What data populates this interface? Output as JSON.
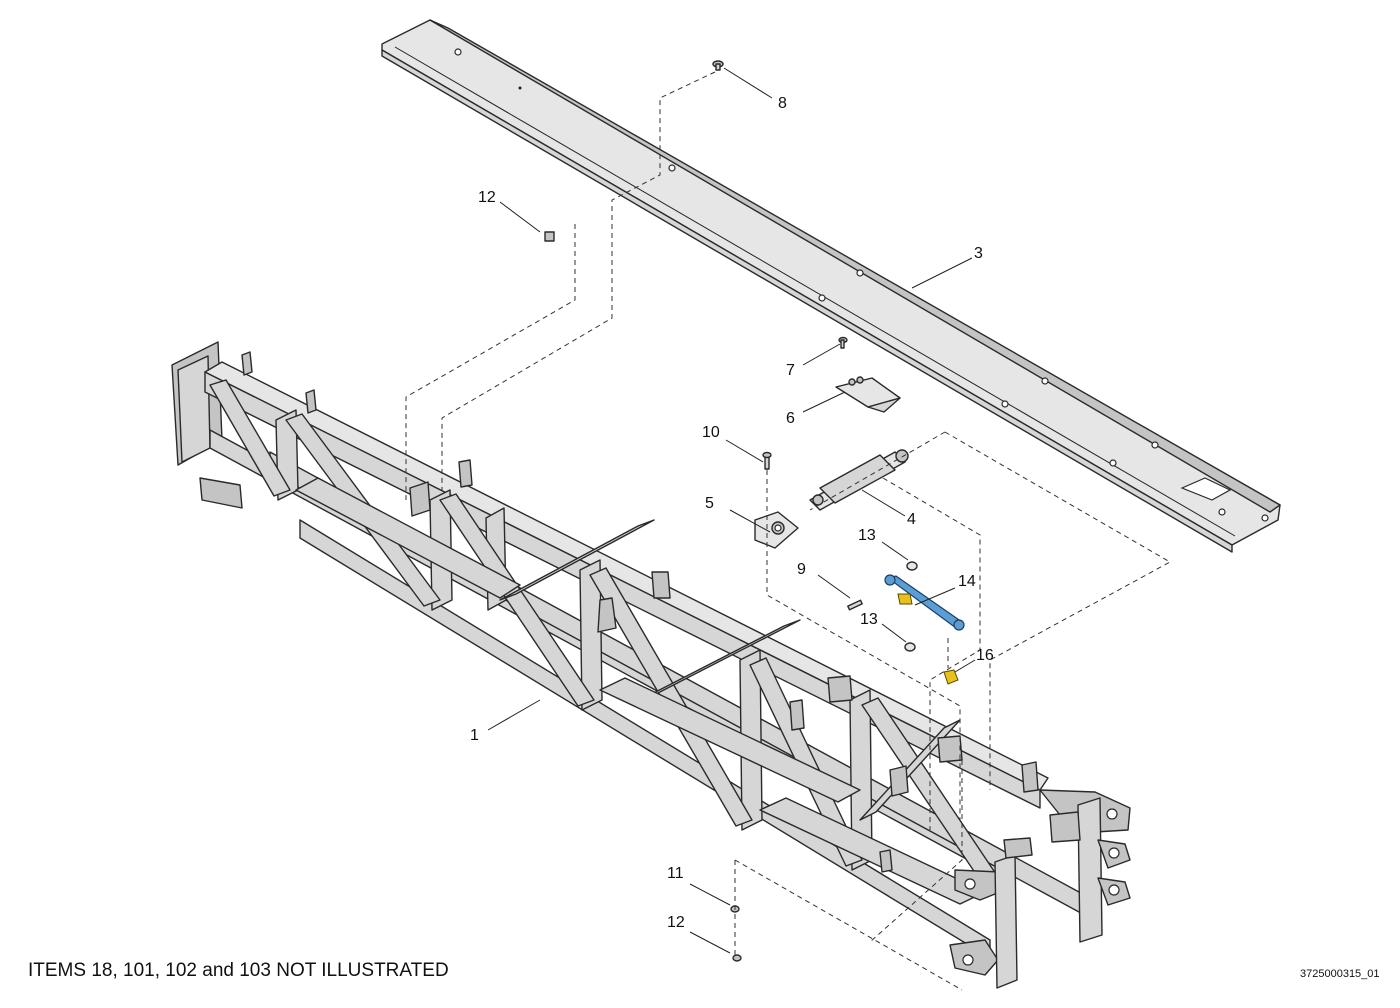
{
  "diagram": {
    "callouts": [
      {
        "id": "c8",
        "label": "8"
      },
      {
        "id": "c12a",
        "label": "12"
      },
      {
        "id": "c3",
        "label": "3"
      },
      {
        "id": "c7",
        "label": "7"
      },
      {
        "id": "c6",
        "label": "6"
      },
      {
        "id": "c10",
        "label": "10"
      },
      {
        "id": "c5",
        "label": "5"
      },
      {
        "id": "c4",
        "label": "4"
      },
      {
        "id": "c13a",
        "label": "13"
      },
      {
        "id": "c9",
        "label": "9"
      },
      {
        "id": "c14",
        "label": "14"
      },
      {
        "id": "c13b",
        "label": "13"
      },
      {
        "id": "c16",
        "label": "16"
      },
      {
        "id": "c1",
        "label": "1"
      },
      {
        "id": "c11",
        "label": "11"
      },
      {
        "id": "c12b",
        "label": "12"
      }
    ],
    "note": "ITEMS 18, 101, 102 and 103 NOT ILLUSTRATED",
    "drawing_number": "3725000315_01",
    "colors": {
      "frame_fill": "#d6d6d6",
      "frame_stroke": "#2a2a2a",
      "highlight_blue": "#5b9ed6",
      "highlight_yellow": "#e8c21a"
    }
  }
}
